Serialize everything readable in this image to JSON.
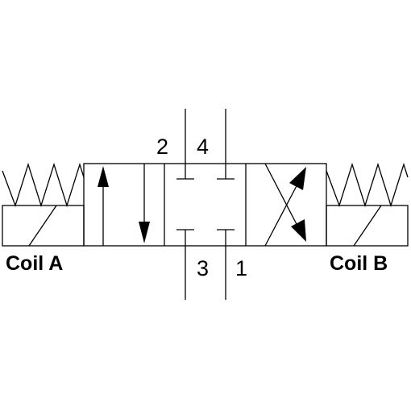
{
  "ports": {
    "p2": "2",
    "p4": "4",
    "p3": "3",
    "p1": "1"
  },
  "coils": {
    "a": "Coil A",
    "b": "Coil B"
  }
}
